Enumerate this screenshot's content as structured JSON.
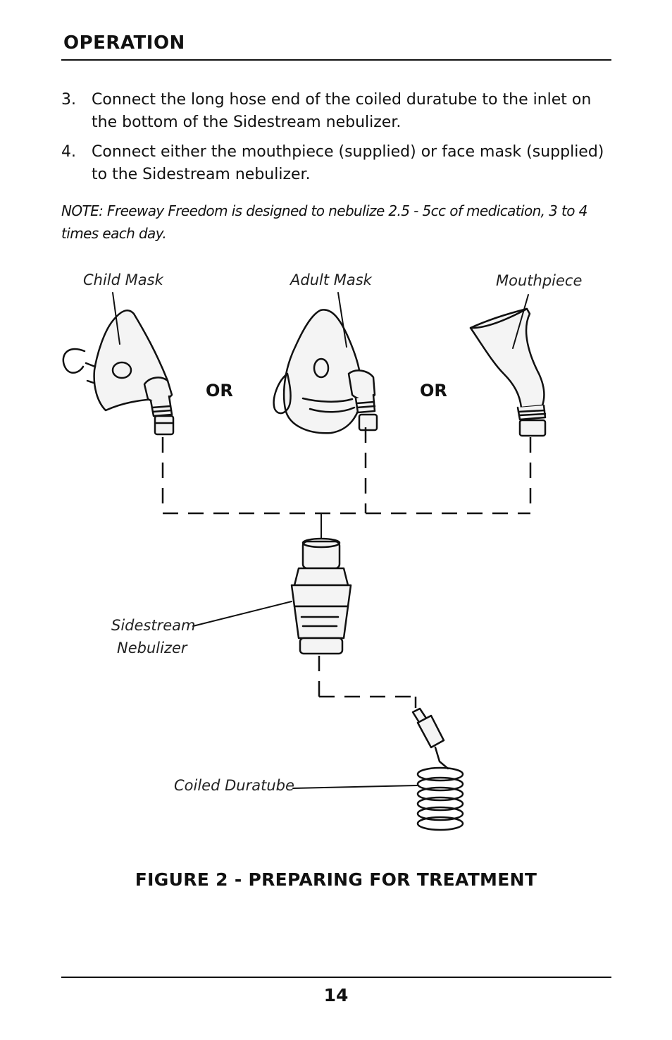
{
  "header": {
    "section": "OPERATION"
  },
  "steps": [
    {
      "number": "3.",
      "text": "Connect the long hose end of the coiled duratube to the inlet on the bottom of the Sidestream nebulizer."
    },
    {
      "number": "4.",
      "text": "Connect either the mouthpiece (supplied) or face mask (supplied) to the Sidestream nebulizer."
    }
  ],
  "note": "NOTE: Freeway Freedom is designed to nebulize 2.5 - 5cc of medication, 3 to 4 times each day.",
  "figure": {
    "labels": {
      "child_mask": "Child Mask",
      "adult_mask": "Adult Mask",
      "mouthpiece": "Mouthpiece",
      "nebulizer_line1": "Sidestream",
      "nebulizer_line2": "Nebulizer",
      "duratube": "Coiled Duratube"
    },
    "or_1": "OR",
    "or_2": "OR",
    "caption": "FIGURE 2 - PREPARING FOR TREATMENT"
  },
  "footer": {
    "page_number": "14"
  }
}
